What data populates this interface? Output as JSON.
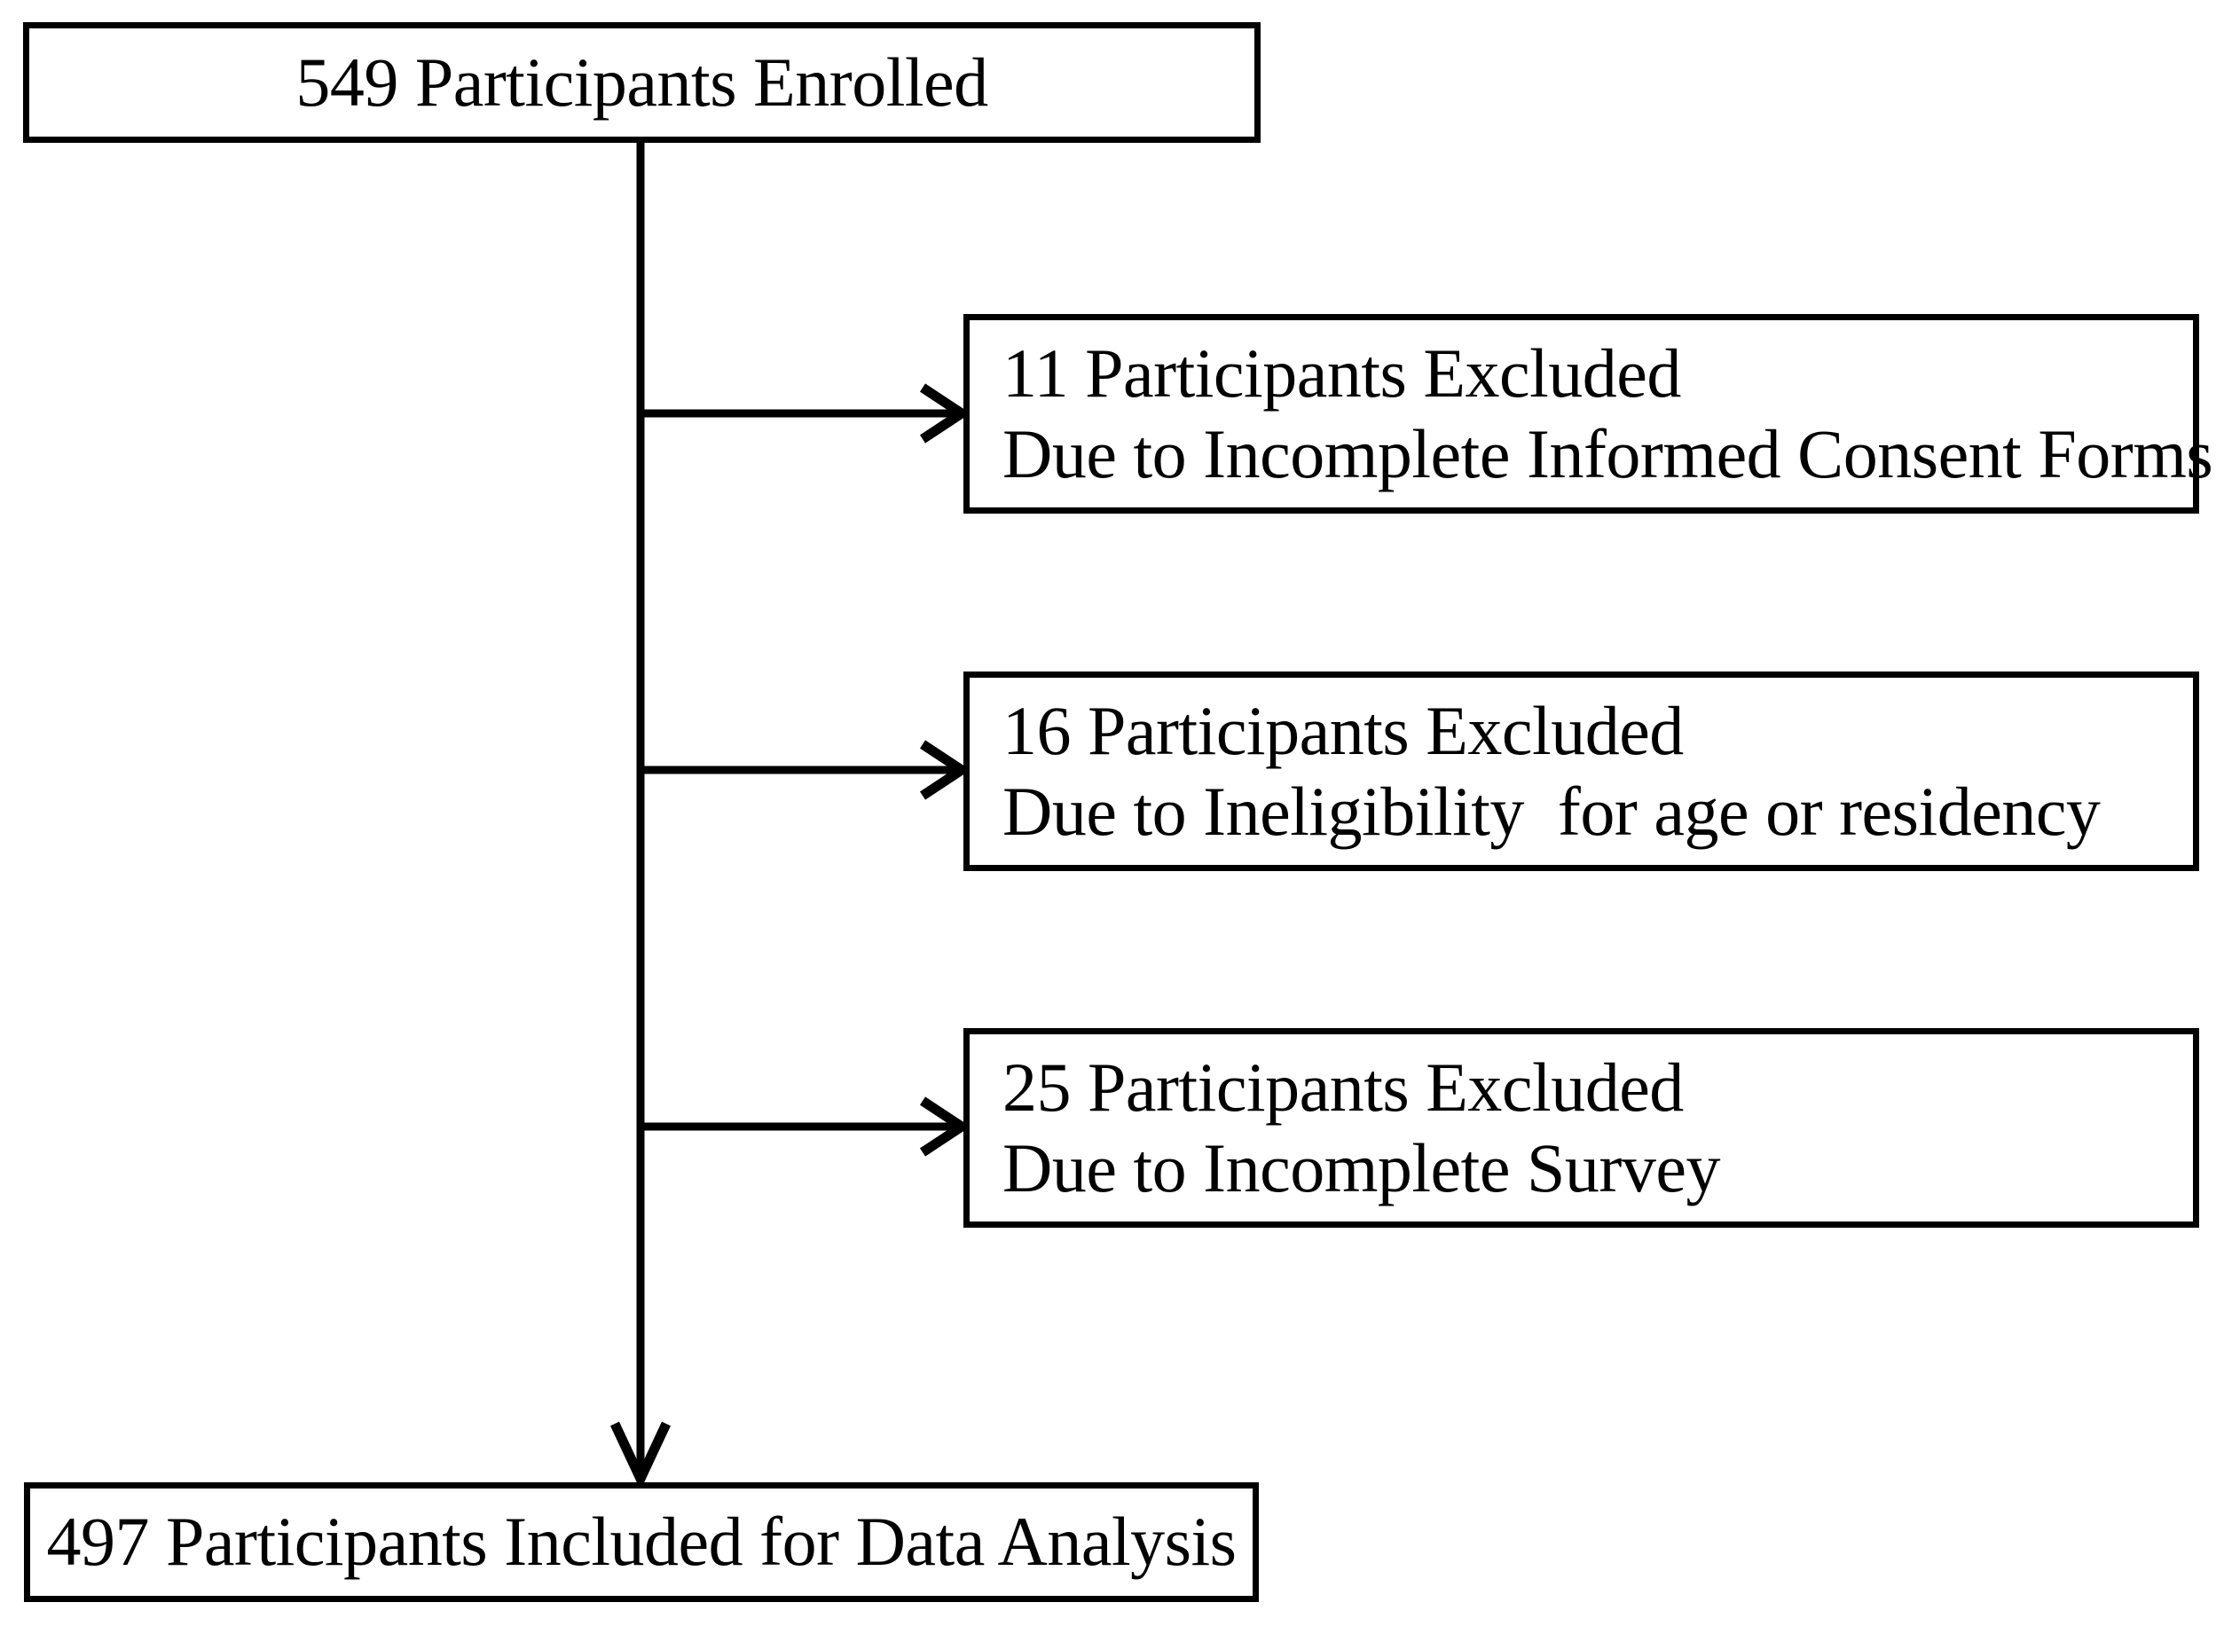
{
  "diagram": {
    "title": "Participant enrollment and exclusion flow",
    "type": "flowchart",
    "stroke_color": "#000000",
    "background_color": "#ffffff",
    "enrolled_box": {
      "text": "549 Participants Enrolled",
      "count": 549
    },
    "excluded_boxes": [
      {
        "line1": "11 Participants Excluded",
        "line2": "Due to Incomplete Informed Consent Forms",
        "count": 11,
        "reason": "Incomplete Informed Consent Forms"
      },
      {
        "line1": "16 Participants Excluded",
        "line2": "Due to Ineligibility  for age or residency",
        "count": 16,
        "reason": "Ineligibility for age or residency"
      },
      {
        "line1": "25 Participants Excluded",
        "line2": "Due to Incomplete Survey",
        "count": 25,
        "reason": "Incomplete Survey"
      }
    ],
    "included_box": {
      "text": "497 Participants Included for Data Analysis",
      "count": 497
    }
  }
}
